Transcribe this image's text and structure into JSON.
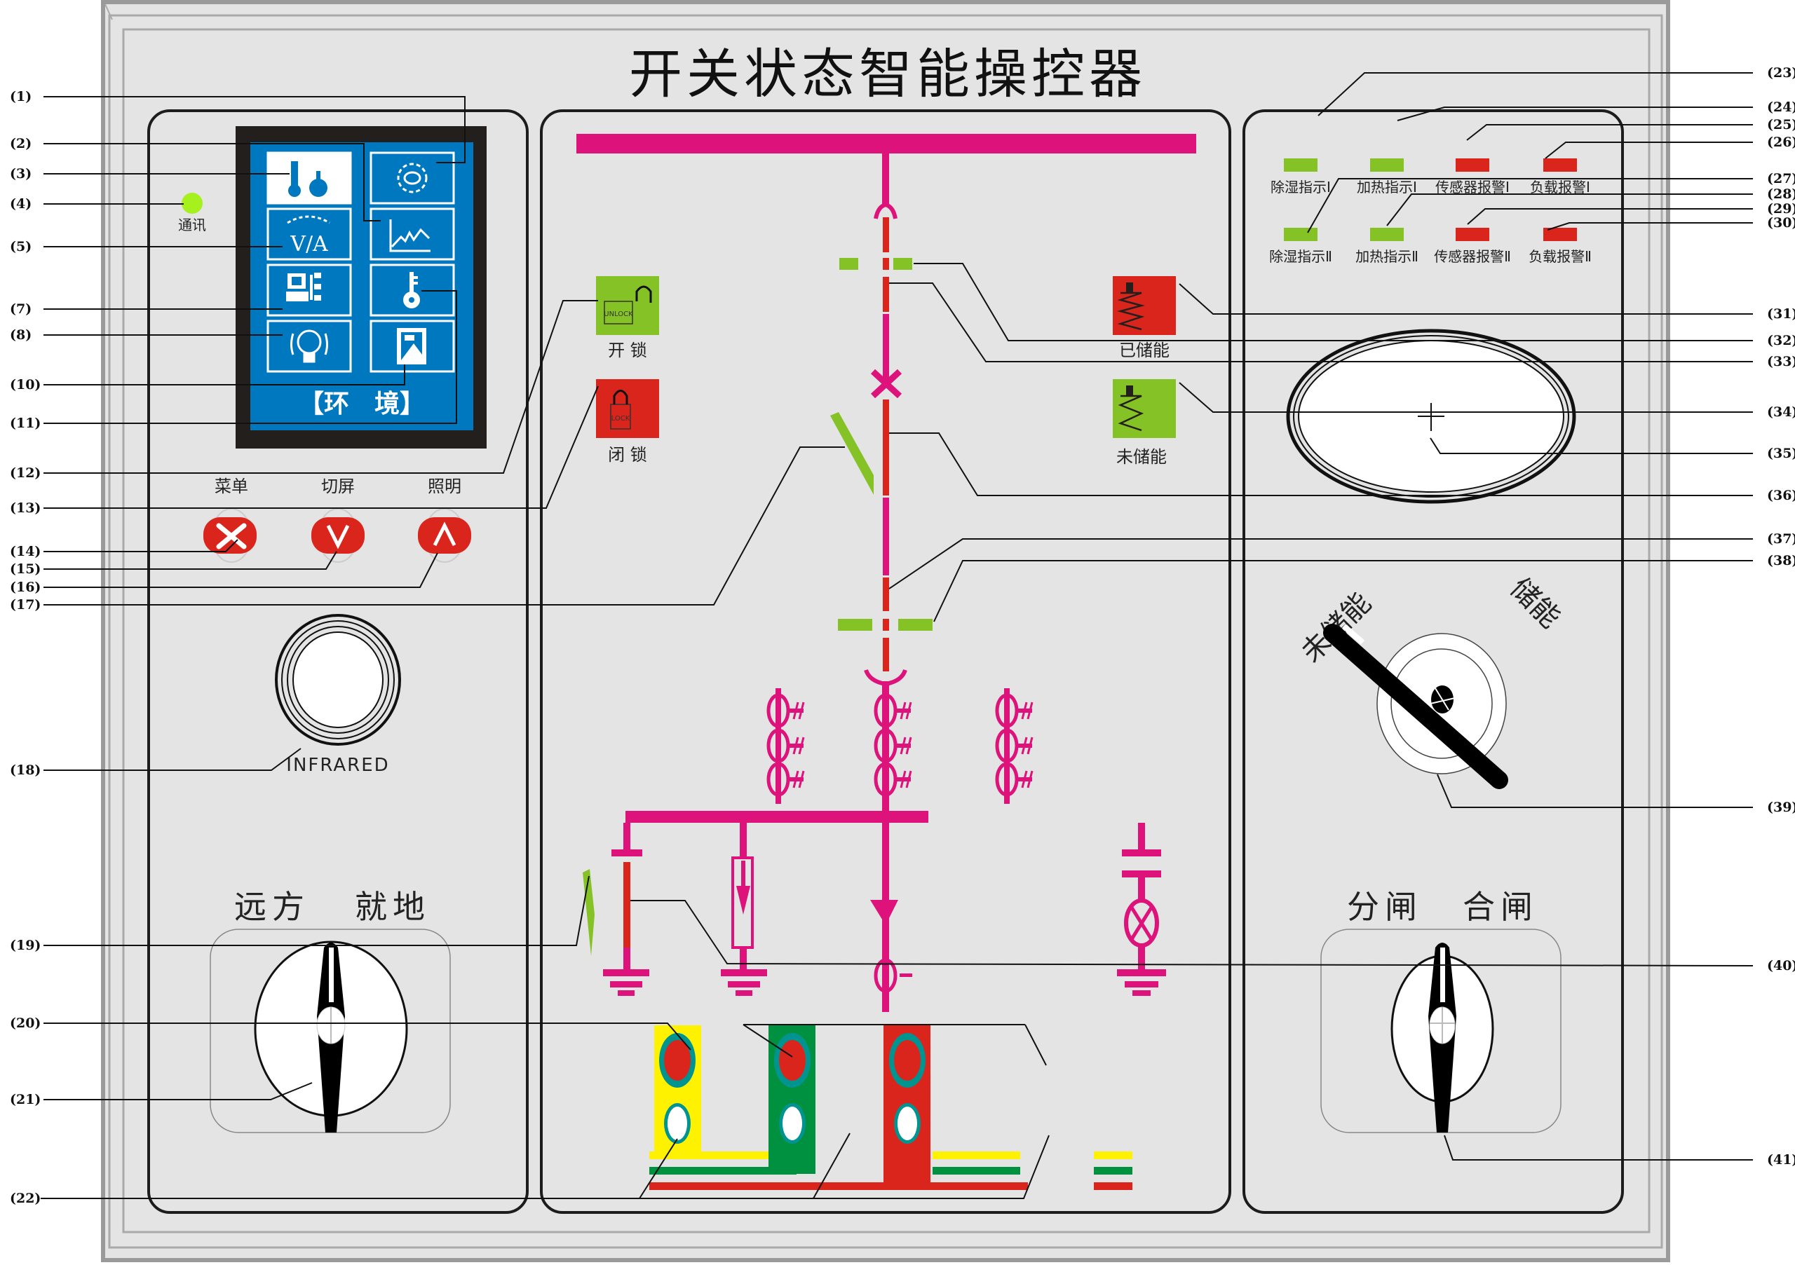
{
  "title": "开关状态智能操控器",
  "colors": {
    "panel_bg": "#e4e4e4",
    "frame_dark": "#999999",
    "line_magenta": "#dd137b",
    "state_red": "#da251d",
    "state_green": "#84c225",
    "lcd_blue": "#0078c0",
    "lcd_bezel": "#231f1c",
    "phase_yellow": "#fff200",
    "phase_green": "#009140",
    "phase_red": "#da251d",
    "teal_ring": "#009490",
    "comm_led": "#a6f01e"
  },
  "left_panel": {
    "comm_label": "通讯",
    "lcd": {
      "tiles": [
        {
          "icon": "temp-humidity-icon",
          "selected": true
        },
        {
          "icon": "gear-icon",
          "selected": false
        },
        {
          "icon": "voltmeter-va-icon",
          "text": "V/A",
          "selected": false
        },
        {
          "icon": "trend-chart-icon",
          "selected": false
        },
        {
          "icon": "network-device-icon",
          "selected": false
        },
        {
          "icon": "key-icon",
          "selected": false
        },
        {
          "icon": "lamp-icon",
          "selected": false
        },
        {
          "icon": "exit-door-icon",
          "selected": false
        }
      ],
      "status_text": "【环　境】"
    },
    "buttons": [
      {
        "label": "菜单",
        "icon": "tools-icon"
      },
      {
        "label": "切屏",
        "icon": "chevron-down-icon"
      },
      {
        "label": "照明",
        "icon": "chevron-up-icon"
      }
    ],
    "infrared_label": "INFRARED",
    "selector_left_label": "远方",
    "selector_right_label": "就地"
  },
  "center_panel": {
    "unlock_label": "开 锁",
    "unlock_badge": "UNLOCK",
    "lock_label": "闭 锁",
    "lock_badge": "LOCK",
    "charged_label": "已储能",
    "uncharged_label": "未储能"
  },
  "right_panel": {
    "indicators": [
      {
        "label": "除湿指示Ⅰ",
        "state": "green"
      },
      {
        "label": "加热指示Ⅰ",
        "state": "green"
      },
      {
        "label": "传感器报警Ⅰ",
        "state": "red"
      },
      {
        "label": "负载报警Ⅰ",
        "state": "red"
      },
      {
        "label": "除湿指示Ⅱ",
        "state": "green"
      },
      {
        "label": "加热指示Ⅱ",
        "state": "green"
      },
      {
        "label": "传感器报警Ⅱ",
        "state": "red"
      },
      {
        "label": "负载报警Ⅱ",
        "state": "red"
      }
    ],
    "storage_left_label": "未储能",
    "storage_right_label": "储能",
    "selector_left_label": "分闸",
    "selector_right_label": "合闸"
  },
  "callouts": {
    "left": [
      "(1)",
      "(2)",
      "(3)",
      "(4)",
      "(5)",
      "(7)",
      "(8)",
      "(10)",
      "(11)",
      "(12)",
      "(13)",
      "(14)",
      "(15)",
      "(16)",
      "(17)",
      "(18)",
      "(19)",
      "(20)",
      "(21)",
      "(22)"
    ],
    "right": [
      "(23)",
      "(24)",
      "(25)",
      "(26)",
      "(27)",
      "(28)",
      "(29)",
      "(30)",
      "(31)",
      "(32)",
      "(33)",
      "(34)",
      "(35)",
      "(36)",
      "(37)",
      "(38)",
      "(39)",
      "(40)",
      "(41)"
    ]
  }
}
